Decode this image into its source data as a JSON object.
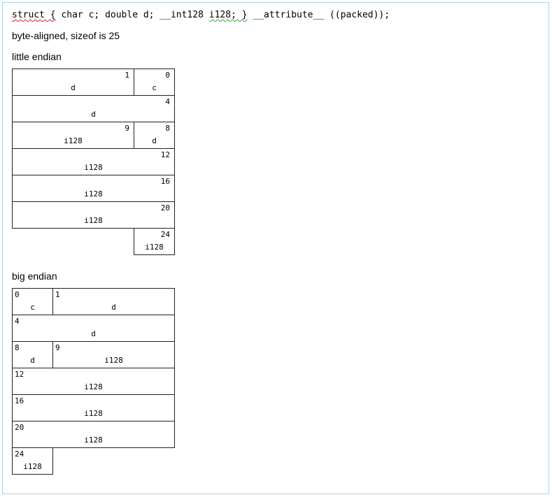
{
  "code": {
    "segments": [
      {
        "text": "struct {",
        "underline": "red"
      },
      {
        "text": " char c; double d; __int128 ",
        "underline": "none"
      },
      {
        "text": "i128; }",
        "underline": "green"
      },
      {
        "text": " __attribute__ ((packed));",
        "underline": "none"
      }
    ]
  },
  "subtitle": "byte-aligned, sizeof is 25",
  "sections": [
    {
      "id": "little-endian",
      "title": "little endian",
      "number_side": "right",
      "rows": [
        {
          "cells": [
            {
              "number": "1",
              "label": "d",
              "bytes": 3
            },
            {
              "number": "0",
              "label": "c",
              "bytes": 1
            }
          ]
        },
        {
          "cells": [
            {
              "number": "4",
              "label": "d",
              "bytes": 4
            }
          ]
        },
        {
          "cells": [
            {
              "number": "9",
              "label": "i128",
              "bytes": 3
            },
            {
              "number": "8",
              "label": "d",
              "bytes": 1
            }
          ]
        },
        {
          "cells": [
            {
              "number": "12",
              "label": "i128",
              "bytes": 4
            }
          ]
        },
        {
          "cells": [
            {
              "number": "16",
              "label": "i128",
              "bytes": 4
            }
          ]
        },
        {
          "cells": [
            {
              "number": "20",
              "label": "i128",
              "bytes": 4
            }
          ]
        },
        {
          "cells": [
            {
              "number": "24",
              "label": "i128",
              "bytes": 1
            }
          ],
          "align": "right"
        }
      ]
    },
    {
      "id": "big-endian",
      "title": "big endian",
      "number_side": "left",
      "rows": [
        {
          "cells": [
            {
              "number": "0",
              "label": "c",
              "bytes": 1
            },
            {
              "number": "1",
              "label": "d",
              "bytes": 3
            }
          ]
        },
        {
          "cells": [
            {
              "number": "4",
              "label": "d",
              "bytes": 4
            }
          ]
        },
        {
          "cells": [
            {
              "number": "8",
              "label": "d",
              "bytes": 1
            },
            {
              "number": "9",
              "label": "i128",
              "bytes": 3
            }
          ]
        },
        {
          "cells": [
            {
              "number": "12",
              "label": "i128",
              "bytes": 4
            }
          ]
        },
        {
          "cells": [
            {
              "number": "16",
              "label": "i128",
              "bytes": 4
            }
          ]
        },
        {
          "cells": [
            {
              "number": "20",
              "label": "i128",
              "bytes": 4
            }
          ]
        },
        {
          "cells": [
            {
              "number": "24",
              "label": "i128",
              "bytes": 1
            }
          ],
          "align": "left"
        }
      ]
    }
  ],
  "layout_meta": {
    "bytes_per_row": 4
  },
  "colors": {
    "page_border": "#abd0e5",
    "box_border": "#222222",
    "underline_red": "#e02020",
    "underline_green": "#2fa52f",
    "text": "#000000"
  }
}
